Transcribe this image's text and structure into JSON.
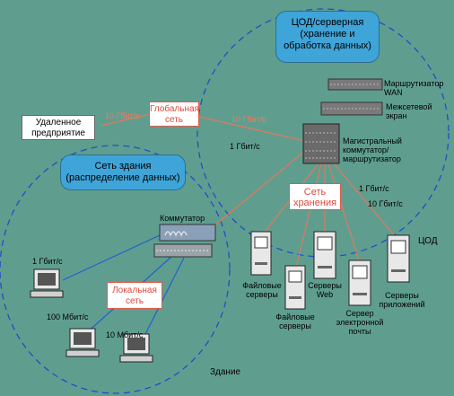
{
  "colors": {
    "background": "#5f9e8e",
    "dashed_line": "#1e4fc8",
    "link_red": "#e07860",
    "link_blue": "#2060d0",
    "bubble": "#3fa4d8"
  },
  "datacenter": {
    "title": "ЦОД/серверная\n(хранение и\nобработка данных)",
    "label": "ЦОД",
    "router_wan": "Маршрутизатор\nWAN",
    "firewall": "Межсетевой\nэкран",
    "core_switch": "Магистральный\nкоммутатор/\nмаршрутизатор",
    "speed_1g": "1 Гбит/с",
    "speed_10g_a": "1 Гбит/с",
    "speed_10g_b": "10 Гбит/с",
    "san": "Сеть\nхранения",
    "servers": [
      "Файловые\nсерверы",
      "Файловые\nсерверы",
      "Серверы\nWeb",
      "Сервер\nэлектронной\nпочты",
      "Серверы\nприложений"
    ]
  },
  "wan": {
    "label": "Глобальная\nсеть",
    "speed_left": "10 Гбит/с",
    "speed_right": "10 Гбит/с"
  },
  "remote": {
    "label": "Удаленное\nпредприятие"
  },
  "building": {
    "bubble": "Сеть здания\n(распределение данных)",
    "switch": "Коммутатор",
    "lan": "Локальная\nсеть",
    "speed_1g": "1 Гбит/с",
    "speed_100m": "100 Мбит/с",
    "speed_10m": "10 Мбит/с",
    "label": "Здание"
  }
}
